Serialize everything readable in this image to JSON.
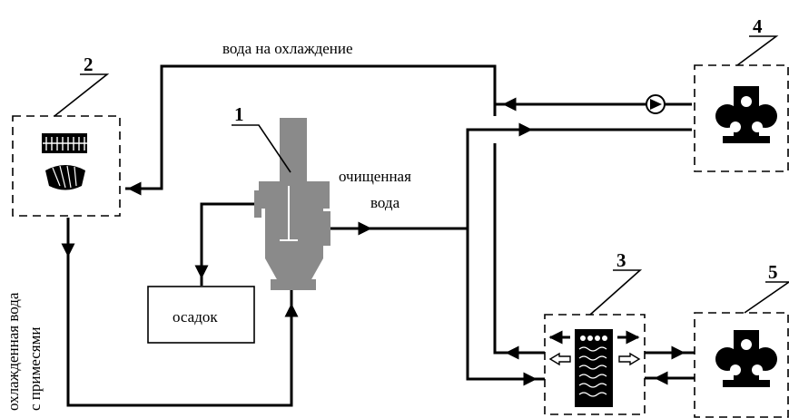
{
  "labels": {
    "cooling_water": "вода на охлаждение",
    "purified_water_line1": "очищенная",
    "purified_water_line2": "вода",
    "sediment": "осадок",
    "cooled_water_line1": "охлажденная вода",
    "cooled_water_line2": "с примесями"
  },
  "numbers": {
    "n1": "1",
    "n2": "2",
    "n3": "3",
    "n4": "4",
    "n5": "5"
  },
  "colors": {
    "line": "#000000",
    "equipment": "#8a8a8a",
    "background": "#ffffff"
  }
}
